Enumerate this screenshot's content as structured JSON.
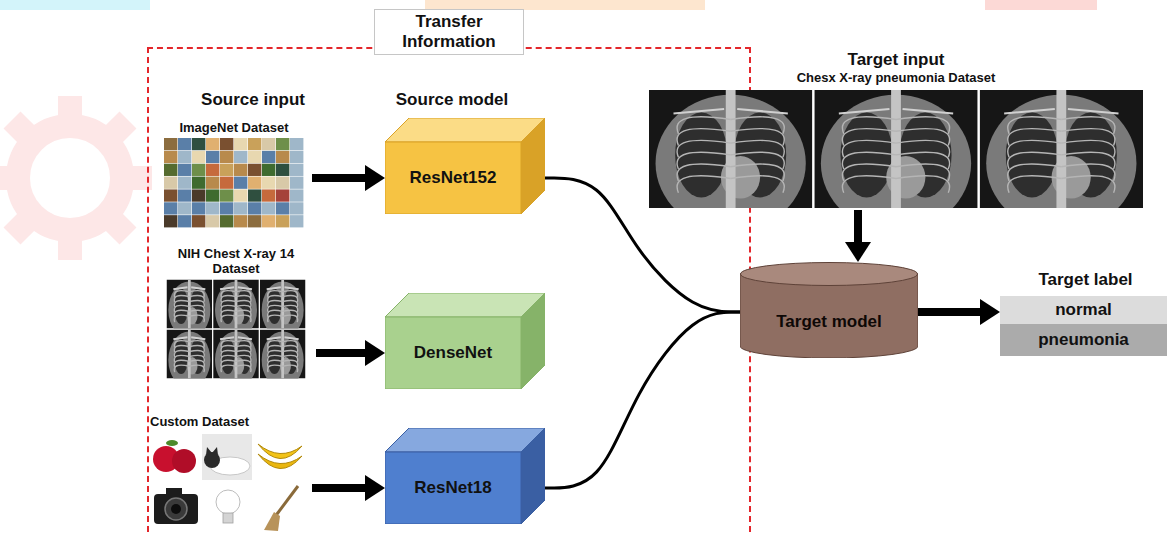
{
  "diagram": {
    "nodes": [
      {
        "text": [
          "Transfer Information"
        ]
      },
      {
        "text": [
          "ImageNet Dataset"
        ],
        "in": 0
      },
      {
        "text": [
          "ResNet152"
        ],
        "in": 0
      },
      {
        "text": [
          "NIH Chest X-ray 14 Dataset"
        ],
        "in": 0
      },
      {
        "text": [
          "DenseNet"
        ],
        "in": 0
      },
      {
        "text": [
          "Custom Dataset"
        ],
        "in": 0
      },
      {
        "text": [
          "ResNet18"
        ],
        "in": 0
      },
      {
        "text": [
          "Target input",
          "Chesx X-ray pneumonia Dataset"
        ]
      },
      {
        "text": [
          "Target model"
        ]
      },
      {
        "text": [
          "Target label"
        ]
      },
      {
        "text": [
          "normal"
        ],
        "in": 9
      },
      {
        "text": [
          "pneumonia"
        ],
        "in": 9
      }
    ],
    "edges": [
      {
        "from": 1,
        "to": 2,
        "arrow": "to"
      },
      {
        "from": 3,
        "to": 4,
        "arrow": "to"
      },
      {
        "from": 5,
        "to": 6,
        "arrow": "to"
      },
      {
        "from": 2,
        "to": 8,
        "arrow": "none"
      },
      {
        "from": 6,
        "to": 8,
        "arrow": "none"
      },
      {
        "from": 7,
        "to": 8,
        "arrow": "to"
      },
      {
        "from": 8,
        "to": 9,
        "arrow": "to"
      }
    ],
    "labels": [
      "Source input",
      "Source model"
    ]
  }
}
